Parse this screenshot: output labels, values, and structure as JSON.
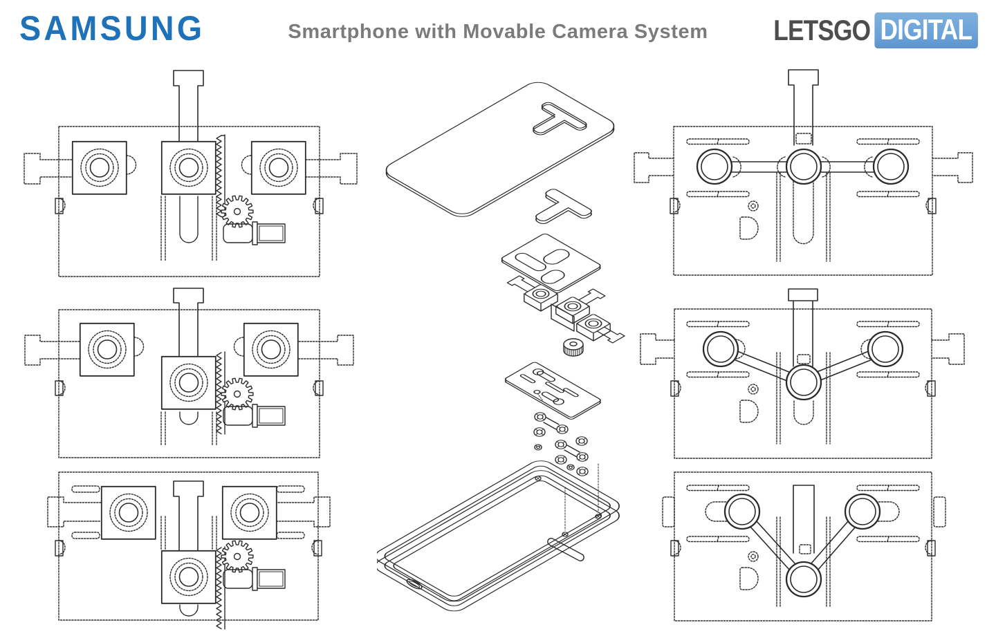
{
  "header": {
    "brand": "SAMSUNG",
    "title": "Smartphone with Movable Camera System",
    "publisher_name": "LETSGO",
    "publisher_badge": "DIGITAL"
  },
  "colors": {
    "samsung_blue": "#1f72b8",
    "title_gray": "#7b7b7b",
    "letsgo_gray": "#4d4d4d",
    "digital_badge": "#68a0d8",
    "ink": "#2a2a2a",
    "bg": "#ffffff"
  }
}
